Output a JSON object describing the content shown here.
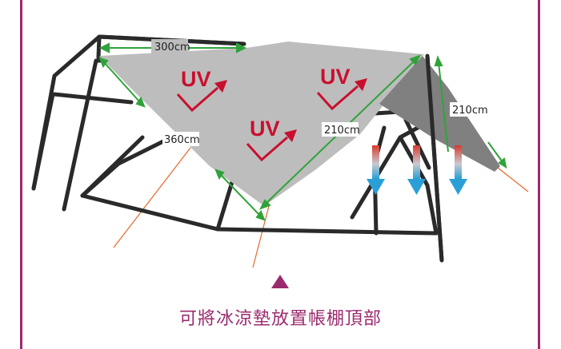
{
  "diagram": {
    "dimensions": {
      "top_width": "300cm",
      "side_depth": "360cm",
      "front_width": "210cm",
      "awning_depth": "210cm"
    },
    "uv_labels": [
      "UV",
      "UV",
      "UV"
    ],
    "colors": {
      "frame": "#9c2a6e",
      "uv_text": "#c8102e",
      "uv_arrow": "#c8102e",
      "dimension_arrow": "#2fa33a",
      "cool_arrow_top": "#d83a2c",
      "cool_arrow_bottom": "#2a9fd6",
      "shade_light": "#bdbdbd",
      "shade_dark": "#808080",
      "leader_line": "#e8672a"
    },
    "icons": [
      "cooling-arrow-icon",
      "up-triangle-icon"
    ]
  },
  "caption": {
    "text": "可將冰涼墊放置帳棚頂部"
  }
}
